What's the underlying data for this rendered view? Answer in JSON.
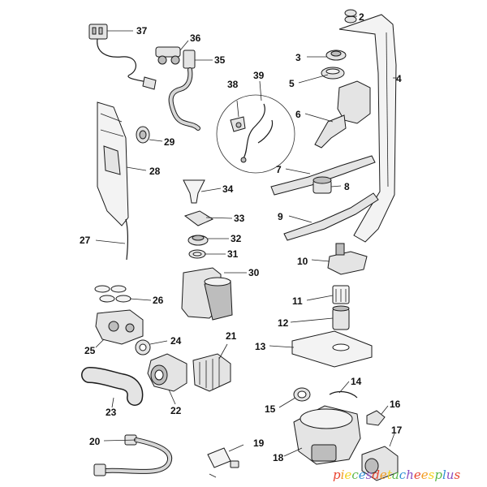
{
  "parts": [
    {
      "id": "2",
      "label": "2"
    },
    {
      "id": "3",
      "label": "3"
    },
    {
      "id": "4",
      "label": "4"
    },
    {
      "id": "5",
      "label": "5"
    },
    {
      "id": "6",
      "label": "6"
    },
    {
      "id": "7",
      "label": "7"
    },
    {
      "id": "8",
      "label": "8"
    },
    {
      "id": "9",
      "label": "9"
    },
    {
      "id": "10",
      "label": "10"
    },
    {
      "id": "11",
      "label": "11"
    },
    {
      "id": "12",
      "label": "12"
    },
    {
      "id": "13",
      "label": "13"
    },
    {
      "id": "14",
      "label": "14"
    },
    {
      "id": "15",
      "label": "15"
    },
    {
      "id": "16",
      "label": "16"
    },
    {
      "id": "17",
      "label": "17"
    },
    {
      "id": "18",
      "label": "18"
    },
    {
      "id": "19",
      "label": "19"
    },
    {
      "id": "20",
      "label": "20"
    },
    {
      "id": "21",
      "label": "21"
    },
    {
      "id": "22",
      "label": "22"
    },
    {
      "id": "23",
      "label": "23"
    },
    {
      "id": "24",
      "label": "24"
    },
    {
      "id": "25",
      "label": "25"
    },
    {
      "id": "26",
      "label": "26"
    },
    {
      "id": "27",
      "label": "27"
    },
    {
      "id": "28",
      "label": "28"
    },
    {
      "id": "29",
      "label": "29"
    },
    {
      "id": "30",
      "label": "30"
    },
    {
      "id": "31",
      "label": "31"
    },
    {
      "id": "32",
      "label": "32"
    },
    {
      "id": "33",
      "label": "33"
    },
    {
      "id": "34",
      "label": "34"
    },
    {
      "id": "35",
      "label": "35"
    },
    {
      "id": "36",
      "label": "36"
    },
    {
      "id": "37",
      "label": "37"
    },
    {
      "id": "38",
      "label": "38"
    },
    {
      "id": "39",
      "label": "39"
    }
  ],
  "watermark": {
    "text": "piecesdetacheesplus",
    "colors": [
      "#e8432f",
      "#f29a1f",
      "#f4d21c",
      "#5cb84a",
      "#2f8fd6",
      "#8a4fc2"
    ]
  }
}
